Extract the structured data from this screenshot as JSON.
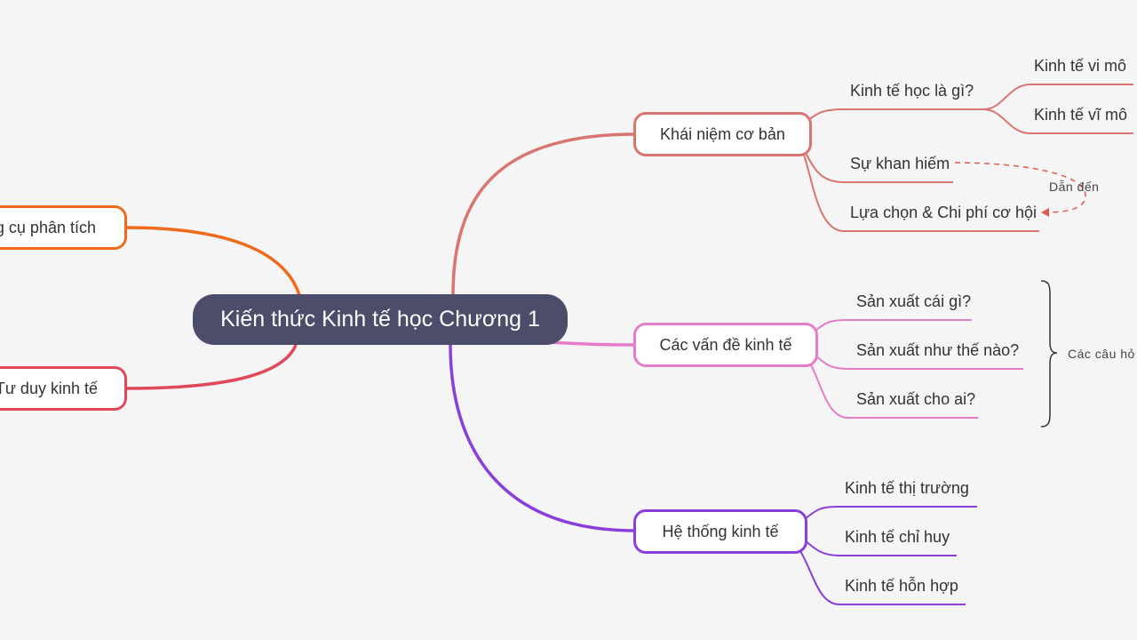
{
  "root": {
    "label": "Kiến thức Kinh tế học Chương 1"
  },
  "left_branches": [
    {
      "label": "g cụ phân tích",
      "color": "#f06a1c"
    },
    {
      "label": "Tư duy kinh tế",
      "color": "#e0485a"
    }
  ],
  "right_branches": [
    {
      "label": "Khái niệm cơ bản",
      "color": "#d97470",
      "children": [
        {
          "label": "Kinh tế học là gì?",
          "children": [
            {
              "label": "Kinh tế vi mô"
            },
            {
              "label": "Kinh tế vĩ mô"
            }
          ]
        },
        {
          "label": "Sự khan hiếm"
        },
        {
          "label": "Lựa chọn & Chi phí cơ hội"
        }
      ]
    },
    {
      "label": "Các vấn đề kinh tế",
      "color": "#e57cc8",
      "children": [
        {
          "label": "Sản xuất cái gì?"
        },
        {
          "label": "Sản xuất như thế nào?"
        },
        {
          "label": "Sản xuất cho ai?"
        }
      ]
    },
    {
      "label": "Hệ thống kinh tế",
      "color": "#8a3fdc",
      "children": [
        {
          "label": "Kinh tế thị trường"
        },
        {
          "label": "Kinh tế chỉ huy"
        },
        {
          "label": "Kinh tế hỗn hợp"
        }
      ]
    }
  ],
  "relationship": {
    "label": "Dẫn đến",
    "color": "#e05a4e"
  },
  "summary": {
    "label": "Các câu hỏ"
  }
}
